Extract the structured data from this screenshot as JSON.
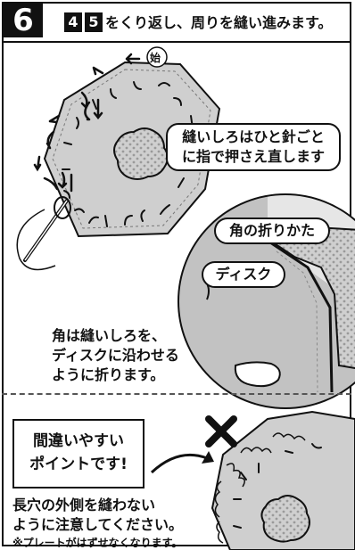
{
  "header": {
    "step_number": "6",
    "ref_a": "4",
    "ref_b": "5",
    "instruction": "をくり返し、周りを縫い進みます。"
  },
  "start_label": "始",
  "tip_bubble": {
    "line1": "縫いしろはひと針ごと",
    "line2": "に指で押さえ直します"
  },
  "corner_title": "角の折りかた",
  "disc_label": "ディスク",
  "corner_note": {
    "line1": "角は縫いしろを、",
    "line2": "ディスクに沿わせる",
    "line3": "ように折ります。"
  },
  "warning": {
    "line1": "間違いやすい",
    "line2": "ポイントです!"
  },
  "mistake_text": {
    "line1": "長穴の外側を縫わない",
    "line2": "ように注意してください。"
  },
  "footnote": "※プレートがはずせなくなります。",
  "colors": {
    "plate": "#cfcfcf",
    "dot": "#9a9a9a",
    "ink": "#111111"
  }
}
